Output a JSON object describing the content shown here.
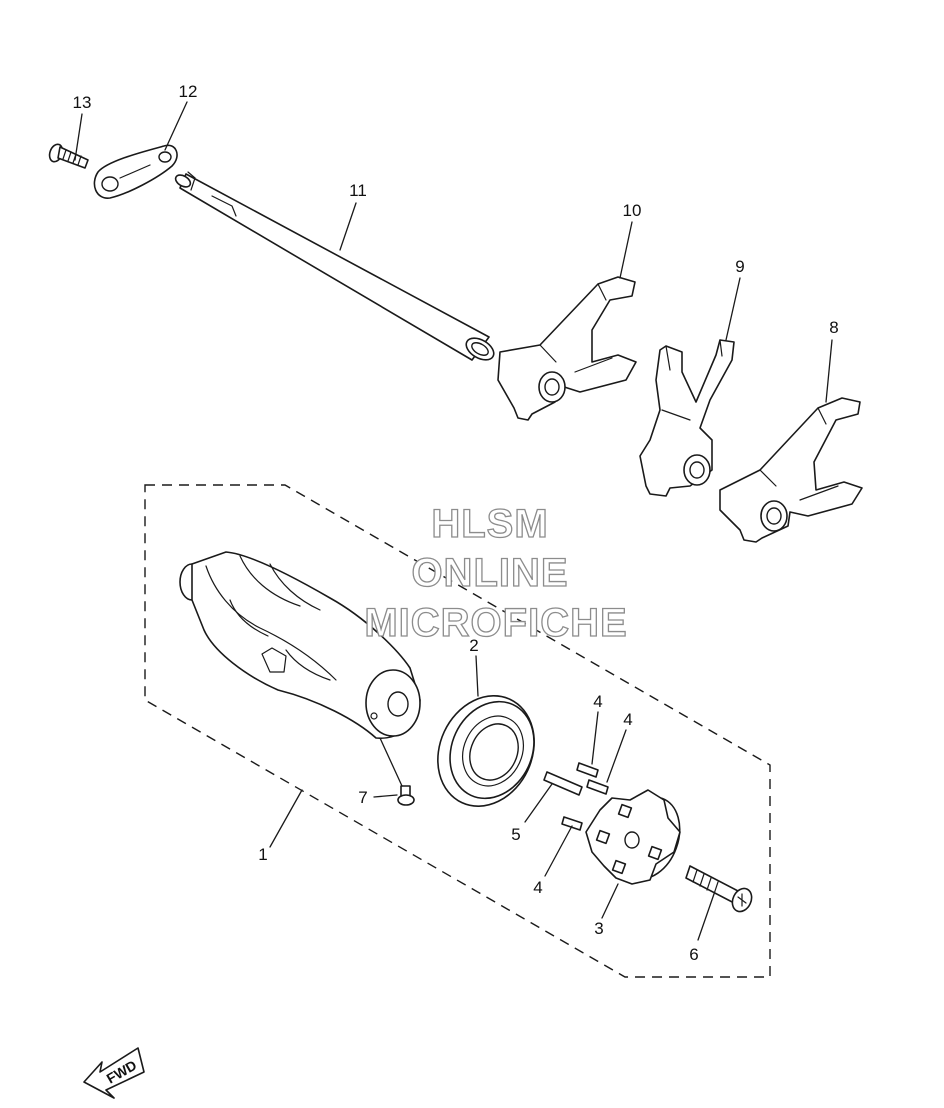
{
  "diagram": {
    "callouts": [
      "1",
      "2",
      "3",
      "4",
      "4",
      "4",
      "5",
      "6",
      "7",
      "8",
      "9",
      "10",
      "11",
      "12",
      "13"
    ],
    "watermark": [
      "HLSM",
      "ONLINE",
      "MICROFICHE"
    ],
    "fwd_label": "FWD"
  }
}
